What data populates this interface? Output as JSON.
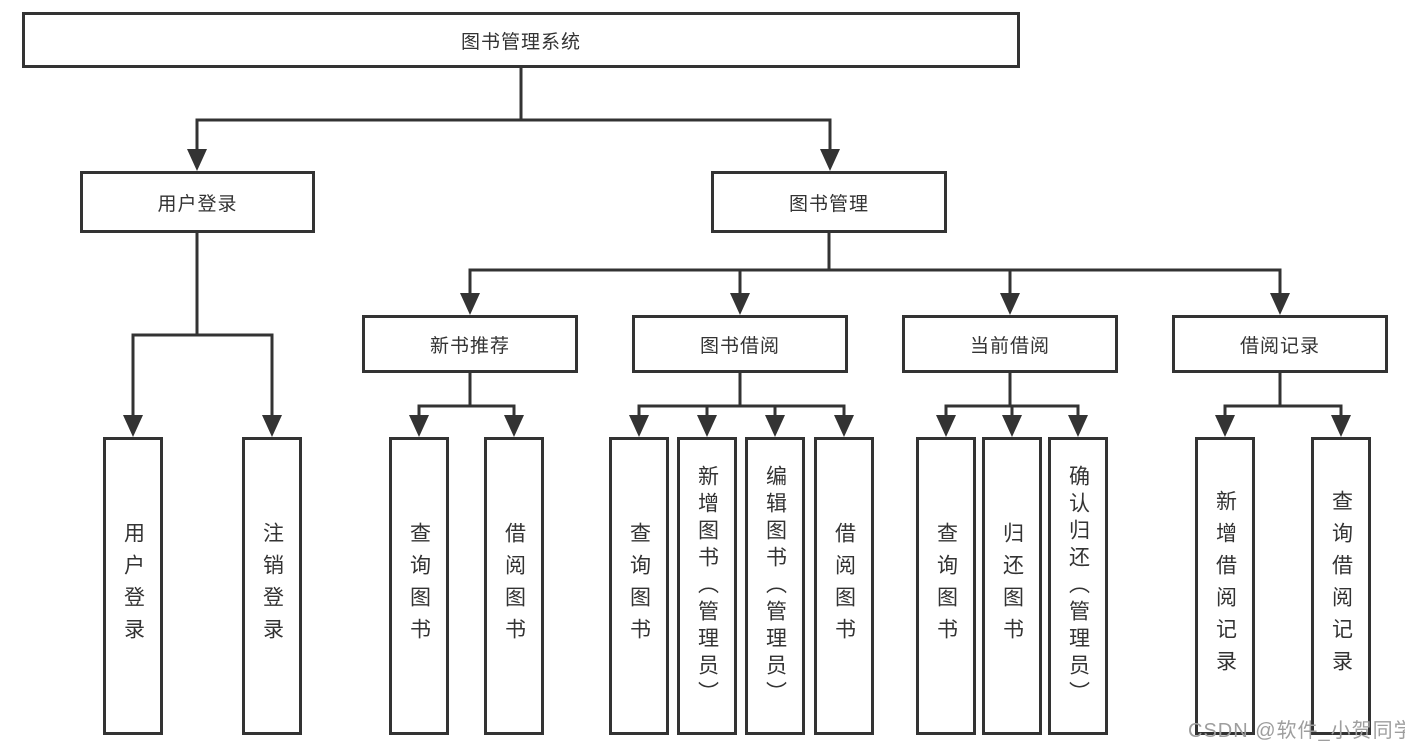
{
  "tree": {
    "root": {
      "label": "图书管理系统",
      "children": [
        {
          "label": "用户登录",
          "children": [
            {
              "label": "用户登录"
            },
            {
              "label": "注销登录"
            }
          ]
        },
        {
          "label": "图书管理",
          "children": [
            {
              "label": "新书推荐",
              "children": [
                {
                  "label": "查询图书"
                },
                {
                  "label": "借阅图书"
                }
              ]
            },
            {
              "label": "图书借阅",
              "children": [
                {
                  "label": "查询图书"
                },
                {
                  "label": "新增图书（管理员）"
                },
                {
                  "label": "编辑图书（管理员）"
                },
                {
                  "label": "借阅图书"
                }
              ]
            },
            {
              "label": "当前借阅",
              "children": [
                {
                  "label": "查询图书"
                },
                {
                  "label": "归还图书"
                },
                {
                  "label": "确认归还（管理员）"
                }
              ]
            },
            {
              "label": "借阅记录",
              "children": [
                {
                  "label": "新增借阅记录"
                },
                {
                  "label": "查询借阅记录"
                }
              ]
            }
          ]
        }
      ]
    }
  },
  "watermark": {
    "text": "CSDN @软件_小贺同学"
  },
  "colors": {
    "line": "#333333",
    "box_border": "#333333",
    "text": "#333333",
    "watermark": "#9e9e9e",
    "background": "#ffffff"
  }
}
